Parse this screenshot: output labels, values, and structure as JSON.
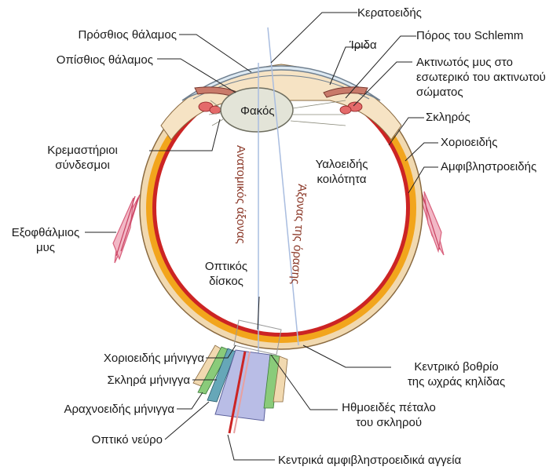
{
  "labels": {
    "keratoeidis": "Κερατοειδής",
    "prosthios": "Πρόσθιος θάλαμος",
    "iris": "Ίριδα",
    "schlemm": "Πόρος του Schlemm",
    "opisthios": "Οπίσθιος θάλαμος",
    "aktinotos_1": "Ακτινωτός μυς στο",
    "aktinotos_2": "εσωτερικό του ακτινωτού",
    "aktinotos_3": "σώματος",
    "fakos": "Φακός",
    "skliros": "Σκληρός",
    "xorioeidis": "Χοριοειδής",
    "kremastirioi_1": "Κρεμαστήριοι",
    "kremastirioi_2": "σύνδεσμοι",
    "yaloeidis_1": "Υαλοειδής",
    "yaloeidis_2": "κοιλότητα",
    "amfivlistroeidis": "Αμφιβληστροειδής",
    "exofthalmios_1": "Εξοφθάλμιος",
    "exofthalmios_2": "μυς",
    "optikos_diskos_1": "Οπτικός",
    "optikos_diskos_2": "δίσκος",
    "xorioeidis_minigga": "Χοριοειδής μήνιγγα",
    "sklira_minigga": "Σκληρά μήνιγγα",
    "arachnoeidis": "Αραχνοειδής μήνιγγα",
    "optiko_neyro": "Οπτικό νεύρο",
    "kentriko_vothrio_1": "Κεντρικό βοθρίο",
    "kentriko_vothrio_2": "της ωχράς κηλίδας",
    "ithmoeides_1": "Ηθμοειδές πέταλο",
    "ithmoeides_2": "του σκληρού",
    "kentrika_aggeia": "Κεντρικά αμφιβληστροειδικά αγγεία"
  },
  "axes": {
    "anatomic": "Ανατομικός άξονας",
    "visual": "Άξονας της όρασης"
  },
  "colors": {
    "sclera": "#f1d9b0",
    "choroid": "#f2a51c",
    "retina": "#cc2424",
    "lens": "#e3e4d8",
    "cornea": "#dde9f2",
    "axis_line": "#a9bde0",
    "axis_text": "#8c3a2a",
    "muscle": "#e58aa0",
    "nerve": "#b9bde6"
  }
}
